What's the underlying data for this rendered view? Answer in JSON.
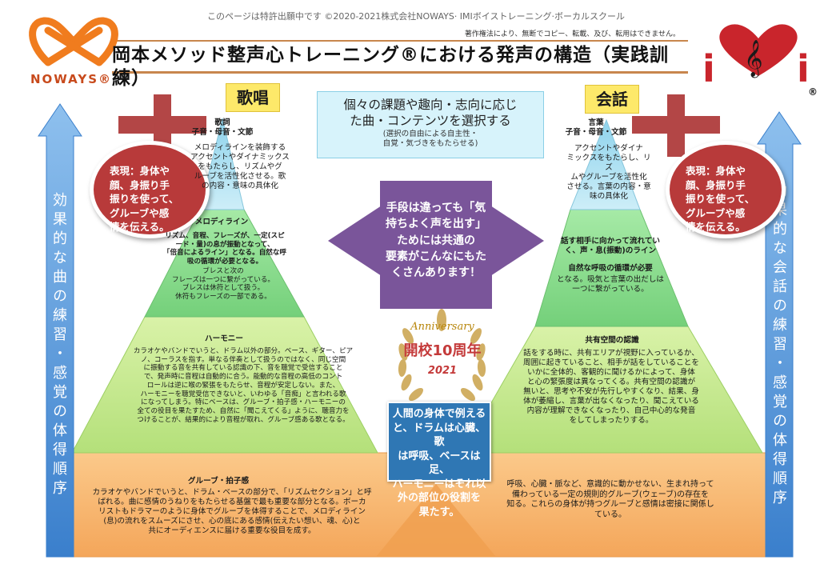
{
  "header": {
    "copyright": "このページは特許出願中です ©2020-2021株式会社NOWAYS· IMIボイストレーニング·ボーカルスクール",
    "notice": "著作権法により、無断でコピー、転載、及び、転用はできません。",
    "title": "岡本メソッド整声心トレーニング®における発声の構造（実践訓練）"
  },
  "brands": {
    "left_name": "NOWAYS®",
    "right_mark": "®"
  },
  "colors": {
    "brand_orange": "#f07c1e",
    "brand_red": "#c9252c",
    "cross_red": "#b34646",
    "circle_red": "#b83a3a",
    "center_purple": "#7a559a",
    "arrow_blue": "#4d8fd6",
    "label_yellow": "#fde96a"
  },
  "singing": {
    "label": "歌唱",
    "arrow_text": "効果的な曲の練習・感覚の体得順序",
    "circle_text": "表現：身体や\n顔、身振り手\n振りを使って、\nグルーブや感\n情を伝える。",
    "tier1": {
      "title": "歌詞\n子音・母音・文節",
      "text": "メロディラインを装飾する\nアクセントやダイナミックス\nをもたらし、リズムやグ\nルーブを活性化させる。歌\nの内容・意味の具体化"
    },
    "tier2": {
      "title": "メロディライン",
      "text_bold": "リズム、音程、フレーズが、一定(スピ\nード・量)の息が振動となって、\n「倍音によるライン」となる。自然な呼\n吸の循環が必要となる。",
      "text": "ブレスと次の\nフレーズは一つに繋がっている。\nブレスは休符として扱う。\n休符もフレーズの一部である。"
    },
    "tier3": {
      "title": "ハーモニー",
      "text": "カラオケやバンドでいうと、ドラム以外の部分。ベース、ギター、ピア\nノ、コーラスを指す。単なる伴奏として扱うのではなく、同じ空間\nに振動する音を共有している認識の下、音を聴覚で受信すること\nで、発声時に音程は自動的に合う。能動的な音程の高低のコント\nロールは逆に喉の緊張をもたらせ、音程が安定しない。また、\nハーモニーを聴覚受信できないと、いわゆる「音痴」と言われる歌\nになってしまう。特にベースは、グルーブ・拍子感・ハーモニーの\n全ての役目を果たすため、自然に「聞こえてくる」ように、聴音力を\nつけることが、結果的により音程が取れ、グルーブ感ある歌となる。"
    },
    "tier4": {
      "title": "グルーブ・拍子感",
      "text": "カラオケやバンドでいうと、ドラム・ベースの部分で、「リズムセクション」と呼\nばれる。曲に感情のうねりをもたらせる基盤で最も重要な部分となる。ボーカ\nリストもドラマーのように身体でグルーブを体得することで、メロディライン\n(息)の流れをスムーズにさせ、心の底にある感情(伝えたい想い、魂、心)と\n共にオーディエンスに届ける重要な役目を成す。"
    }
  },
  "conversation": {
    "label": "会話",
    "arrow_text": "効果的な会話の練習・感覚の体得順序",
    "circle_text": "表現：身体や\n顔、身振り手\n振りを使って、\nグルーブや感\n情を伝える。",
    "tier1": {
      "title": "言葉\n子音・母音・文節",
      "text": "アクセントやダイナ\nミックスをもたらし、リズ\nムやグルーブを活性化\nさせる。言葉の内容・意\n味の具体化"
    },
    "tier2": {
      "title": "話す相手に向かって流れてい\nく、声・息(振動)のライン",
      "text_bold": "自然な呼吸の循環が必要",
      "text": "となる。吸気と言葉の出だしは\n一つに繋がっている。"
    },
    "tier3": {
      "title": "共有空間の認識",
      "text": "話をする時に、共有エリアが視野に入っているか、\n周囲に起きていること、相手が話をしていることを\nいかに全体的、客観的に聞けるかによって、身体\nと心の緊張度は異なってくる。共有空間の認識が\n無いと、思考や不安が先行しやすくなり、結果、身\n体が萎縮し、言葉が出なくなったり、聞こえている\n内容が理解できなくなったり、自己中心的な発音\nをしてしまったりする。"
    },
    "tier4": {
      "text": "呼吸、心臓・脈など、意識的に動かせない、生まれ持って\n備わっている一定の規則的グルーブ(ウェーブ)の存在を\n知る。これらの身体が持つグルーブと感情は密接に関係し\nている。"
    }
  },
  "center": {
    "selection_title": "個々の課題や趣向・志向に応じ\nた曲・コンテンツを選択する",
    "selection_sub": "(選択の自由による自主性・\n自覚・気づきをもたらせる)",
    "purple_text": "手段は違っても「気\n持ちよく声を出す」\nためには共通の\n要素がこんなにもた\nくさんあります！",
    "anniversary_script": "Anniversary",
    "anniversary_main": "開校10周年",
    "anniversary_year": "2021",
    "blue_text": "人間の身体で例える\nと、ドラムは心臓、歌\nは呼吸、ベースは足、\nハーモニーはそれ以\n外の部位の役割を\n果たす。"
  }
}
